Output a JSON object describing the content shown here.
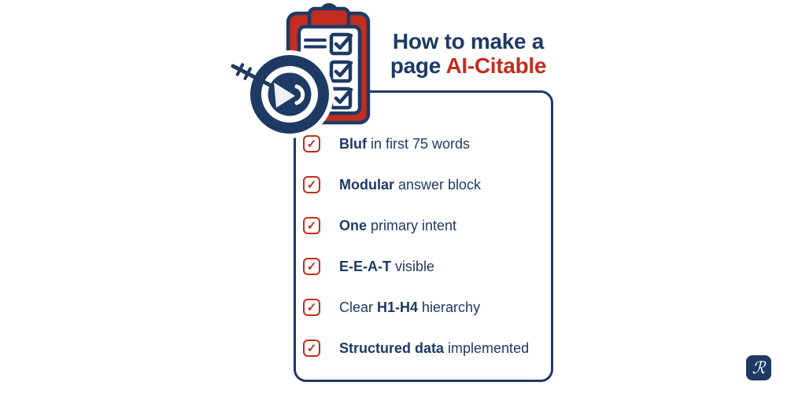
{
  "title": {
    "line1": "How to make a",
    "line2_prefix": "page ",
    "line2_accent": "AI-Citable"
  },
  "checklist": {
    "checkbox_glyph": "✓",
    "items": [
      {
        "prefix": "",
        "bold": "Bluf",
        "suffix": " in first 75 words"
      },
      {
        "prefix": "",
        "bold": "Modular",
        "suffix": " answer block"
      },
      {
        "prefix": "",
        "bold": "One",
        "suffix": " primary intent"
      },
      {
        "prefix": "",
        "bold": "E-E-A-T",
        "suffix": " visible"
      },
      {
        "prefix": "Clear ",
        "bold": "H1-H4",
        "suffix": " hierarchy"
      },
      {
        "prefix": "",
        "bold": "Structured data",
        "suffix": " implemented"
      }
    ]
  },
  "logo": {
    "glyph": "ℛ"
  },
  "colors": {
    "navy": "#1e3a64",
    "red": "#c12d1f",
    "background": "#ffffff"
  }
}
